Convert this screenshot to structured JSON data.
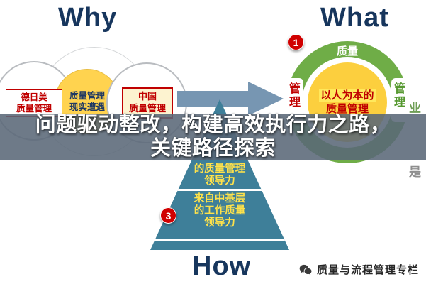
{
  "titles": {
    "why": "Why",
    "what": "What",
    "how": "How"
  },
  "banner": {
    "line1": "问题驱动整改，构建高效执行力之路，",
    "line2": "关键路径探索"
  },
  "venn": {
    "left_label": "德日美\n质量管理",
    "middle_label": "质量管理\n现实遭遇",
    "right_label": "中国\n质量管理"
  },
  "donut": {
    "badge": "1",
    "top_label": "质量",
    "left_label": "管\n理",
    "right_label": "管\n理",
    "center_line1": "以人为本的",
    "center_line2": "质量管理"
  },
  "side_text": {
    "top_char": "业",
    "bottom_char": "是"
  },
  "pyramid": {
    "badge": "3",
    "upper_band": "的质量管理\n领导力",
    "lower_band": "来自中基层\n的工作质量\n领导力"
  },
  "footer": {
    "brand": "质量与流程管理专栏"
  },
  "colors": {
    "title_navy": "#17365d",
    "badge_red": "#d00000",
    "venn_yellow": "#ffd34f",
    "donut_green": "#6fad47",
    "donut_core_yellow": "#fccf3e",
    "pyramid_teal": "#3e7f99",
    "arrow_blue": "#7796b2",
    "banner_bg": "rgba(90,104,120,0.88)",
    "accent_red": "#c00000"
  }
}
